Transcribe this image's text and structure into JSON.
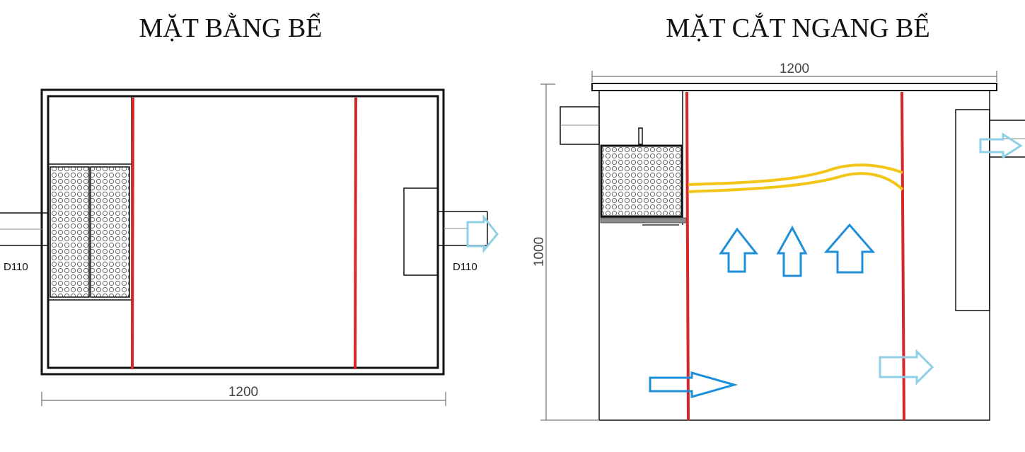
{
  "plan_view": {
    "title": "MẶT BẰNG BỂ",
    "width_dimension": "1200",
    "inlet_label": "D110",
    "outlet_label": "D110"
  },
  "section_view": {
    "title": "MẶT CẮT NGANG BỂ",
    "width_dimension": "1200",
    "height_dimension": "1000"
  },
  "colors": {
    "baffle": "#d62828",
    "flow_arrow": "#1e8fd8",
    "outlet_arrow": "#8fd0e6",
    "grease_layer": "#f2c618",
    "outline": "#111111"
  }
}
